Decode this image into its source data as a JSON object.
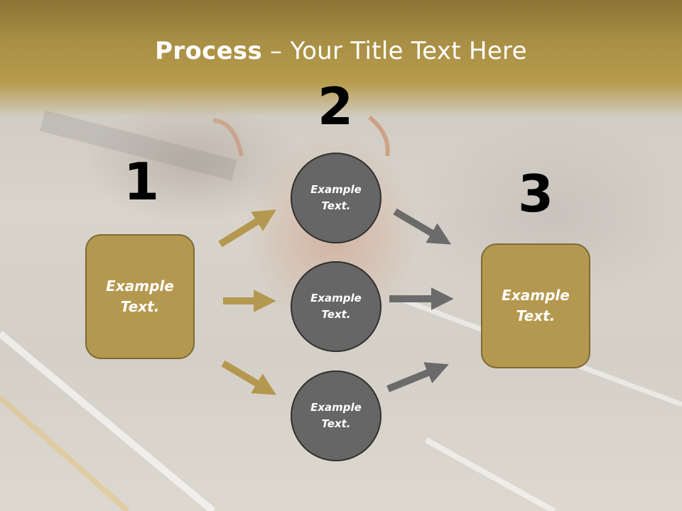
{
  "slide": {
    "title_strong": "Process",
    "title_rest": " – Your Title Text Here"
  },
  "steps": {
    "step1_number": "1",
    "step2_number": "2",
    "step3_number": "3"
  },
  "nodes": {
    "left_box_text": "Example Text.",
    "circle_top_text": "Example Text.",
    "circle_mid_text": "Example Text.",
    "circle_bottom_text": "Example Text.",
    "right_box_text": "Example Text."
  },
  "colors": {
    "gold": "#b5984f",
    "gold_border": "#7e6a35",
    "gray": "#666666",
    "gray_border": "#2f2f2f",
    "arrow_gold": "#b5984f",
    "arrow_gray": "#6b6b6b"
  }
}
